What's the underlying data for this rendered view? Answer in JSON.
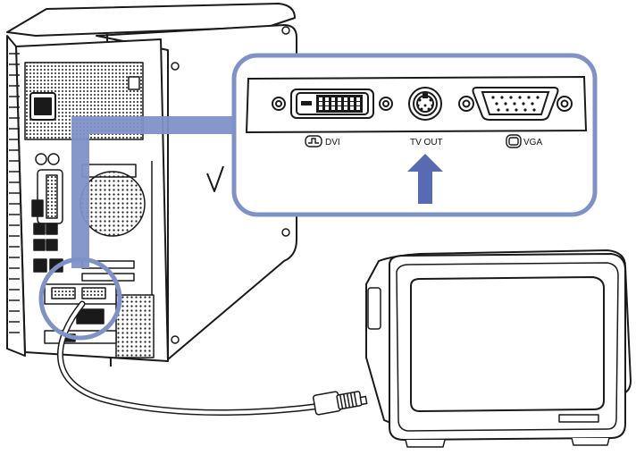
{
  "ports": {
    "dvi": {
      "label": "DVI",
      "icon": "digital-display-icon"
    },
    "tv_out": {
      "label": "TV OUT",
      "icon": "s-video-port-icon"
    },
    "vga": {
      "label": "VGA",
      "icon": "monitor-icon"
    }
  },
  "colors": {
    "callout": "#7f92c8",
    "arrow": "#5a6ab2",
    "line": "#1a1a1a",
    "fill": "#ffffff"
  }
}
